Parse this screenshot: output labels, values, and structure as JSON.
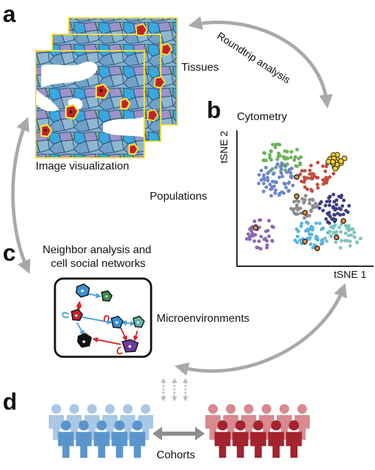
{
  "panels": {
    "a": "a",
    "b": "b",
    "c": "c",
    "d": "d"
  },
  "labels": {
    "roundtrip": "Roundtrip analysis",
    "tissues": "Tissues",
    "image_visualization": "Image visualization",
    "cytometry": "Cytometry",
    "tsne2": "tSNE 2",
    "tsne1": "tSNE 1",
    "populations": "Populations",
    "neighbor_line1": "Neighbor analysis and",
    "neighbor_line2": "cell social networks",
    "microenvironments": "Microenvironments",
    "cohorts": "Cohorts"
  },
  "colors": {
    "arrow_gray": "#a9a9a9",
    "frame_yellow": "#f2e03a",
    "cohort_blue_light": "#a9c8e6",
    "cohort_blue": "#5a96cd",
    "cohort_red_light": "#d88a8f",
    "cohort_red": "#a3232f",
    "net_red": "#d7262b",
    "net_blue": "#4aa0d8"
  },
  "tsne_clusters": [
    {
      "name": "purple",
      "color": "#8c68b3"
    },
    {
      "name": "green",
      "color": "#6db25b"
    },
    {
      "name": "blue",
      "color": "#6b87c9"
    },
    {
      "name": "red",
      "color": "#c34d3f"
    },
    {
      "name": "yellow",
      "color": "#f3d12c"
    },
    {
      "name": "gray",
      "color": "#8d8d8d"
    },
    {
      "name": "navy",
      "color": "#3f3d84"
    },
    {
      "name": "light-blue",
      "color": "#5ab3e0"
    },
    {
      "name": "teal",
      "color": "#7cc4bd"
    }
  ]
}
